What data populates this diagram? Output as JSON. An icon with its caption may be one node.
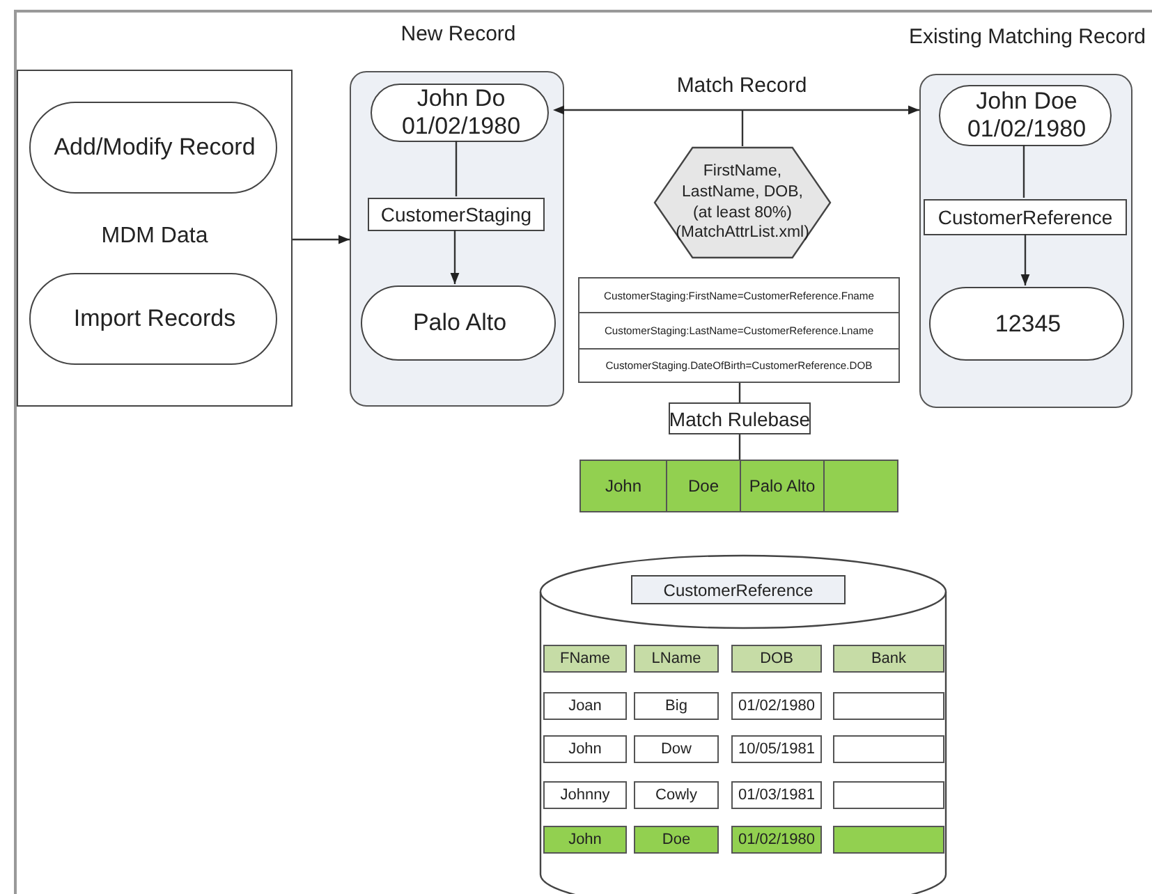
{
  "diagram": {
    "nodes": [
      {
        "text": [
          "MDM Data"
        ]
      },
      {
        "text": [
          "Add/Modify Record"
        ],
        "in": 0
      },
      {
        "text": [
          "Import Records"
        ],
        "in": 0
      },
      {
        "text": [
          "New Record"
        ]
      },
      {
        "text": [
          "John Do 01/02/1980"
        ],
        "in": 3
      },
      {
        "text": [
          "CustomerStaging"
        ],
        "in": 3
      },
      {
        "text": [
          "Palo Alto"
        ],
        "in": 3
      },
      {
        "text": [
          "Existing Matching Record"
        ]
      },
      {
        "text": [
          "John Doe 01/02/1980"
        ],
        "in": 7
      },
      {
        "text": [
          "CustomerReference"
        ],
        "in": 7
      },
      {
        "text": [
          "12345"
        ],
        "in": 7
      },
      {
        "text": [
          "FirstName, LastName, DOB, (at least 80%) (MatchAttrList.xml)"
        ]
      },
      {
        "text": [
          "CustomerStaging:FirstName=CustomerReference.Fname",
          "CustomerStaging:LastName=CustomerReference.Lname",
          "CustomerStaging.DateOfBirth=CustomerReference.DOB"
        ]
      },
      {
        "text": [
          "Match Rulebase"
        ]
      },
      {
        "text": [
          "John",
          "Doe",
          "Palo Alto"
        ]
      },
      {
        "text": [],
        "shape": "cylinder"
      },
      {
        "text": [
          "CustomerReference"
        ],
        "in": 15
      }
    ],
    "edges": [
      {
        "from": 0,
        "to": 3,
        "arrow": "to"
      },
      {
        "from": 3,
        "to": 7,
        "arrow": "both",
        "label": "Match Record"
      },
      {
        "from": 11,
        "to": null,
        "arrow": "none"
      },
      {
        "from": 4,
        "to": 5,
        "arrow": "none"
      },
      {
        "from": 5,
        "to": 6,
        "arrow": "to"
      },
      {
        "from": 8,
        "to": 9,
        "arrow": "none"
      },
      {
        "from": 9,
        "to": 10,
        "arrow": "to"
      },
      {
        "from": 12,
        "to": 13,
        "arrow": "none"
      },
      {
        "from": 13,
        "to": 14,
        "arrow": "none"
      }
    ],
    "labels": [
      "FName",
      "LName",
      "DOB",
      "Bank",
      "Joan",
      "Big",
      "01/02/1980",
      "John",
      "Dow",
      "10/05/1981",
      "Johnny",
      "Cowly",
      "01/03/1981",
      "John",
      "Doe",
      "01/02/1980"
    ]
  }
}
